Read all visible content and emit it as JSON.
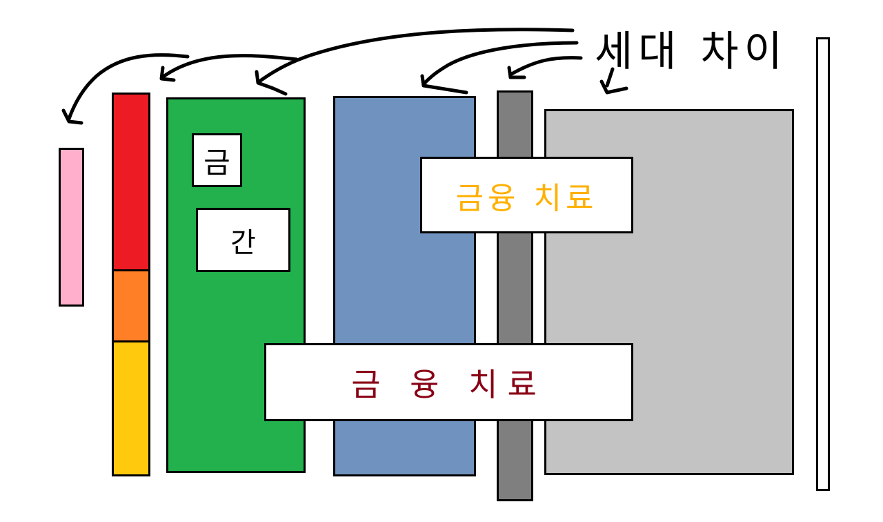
{
  "caption": "세대 차이",
  "labels": {
    "green_top": "금",
    "green_mid": "간",
    "upper_banner": "금융 치료",
    "lower_banner": "금 융 치료"
  },
  "colors": {
    "pink": "#ffaecb",
    "red": "#ed1c24",
    "orange": "#ff7f27",
    "yellow": "#ffc90e",
    "green": "#22b14c",
    "blue": "#7092be",
    "dark_gray": "#7f7f7f",
    "light_gray": "#c3c3c3",
    "upper_text": "#ffb000",
    "lower_text": "#880015"
  }
}
